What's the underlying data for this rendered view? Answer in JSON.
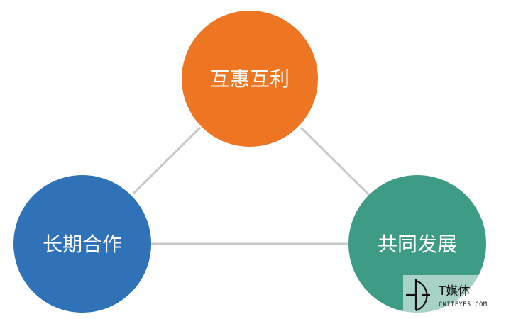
{
  "nodes": {
    "top": {
      "label": "互惠互利",
      "color": "#ee7623"
    },
    "left": {
      "label": "长期合作",
      "color": "#2f72b8"
    },
    "right": {
      "label": "共同发展",
      "color": "#3e9b86"
    }
  },
  "edge_color": "#c8c8c8",
  "watermark": {
    "title": "T媒体",
    "subtitle": "CNITEYES.COM"
  }
}
